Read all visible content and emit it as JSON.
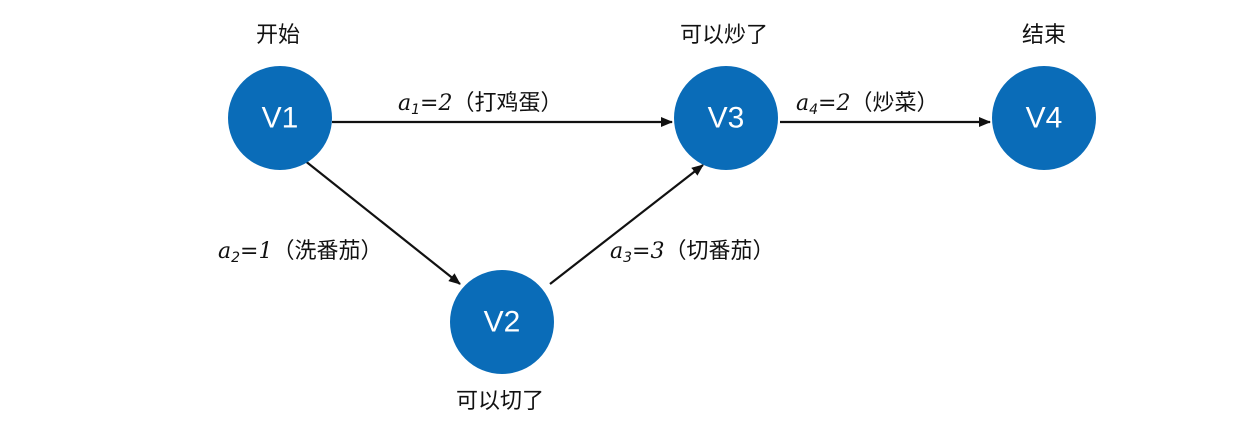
{
  "nodes": [
    {
      "id": "V1",
      "label": "V1",
      "state": "开始"
    },
    {
      "id": "V2",
      "label": "V2",
      "state": "可以切了"
    },
    {
      "id": "V3",
      "label": "V3",
      "state": "可以炒了"
    },
    {
      "id": "V4",
      "label": "V4",
      "state": "结束"
    }
  ],
  "edges": [
    {
      "from": "V1",
      "to": "V3",
      "var": "a",
      "sub": "1",
      "value": "=2",
      "task": "（打鸡蛋）"
    },
    {
      "from": "V1",
      "to": "V2",
      "var": "a",
      "sub": "2",
      "value": "=1",
      "task": "（洗番茄）"
    },
    {
      "from": "V2",
      "to": "V3",
      "var": "a",
      "sub": "3",
      "value": "=3",
      "task": "（切番茄）"
    },
    {
      "from": "V3",
      "to": "V4",
      "var": "a",
      "sub": "4",
      "value": "=2",
      "task": "（炒菜）"
    }
  ],
  "colors": {
    "node_fill": "#0a6cb8",
    "node_text": "#ffffff",
    "edge": "#111111"
  }
}
